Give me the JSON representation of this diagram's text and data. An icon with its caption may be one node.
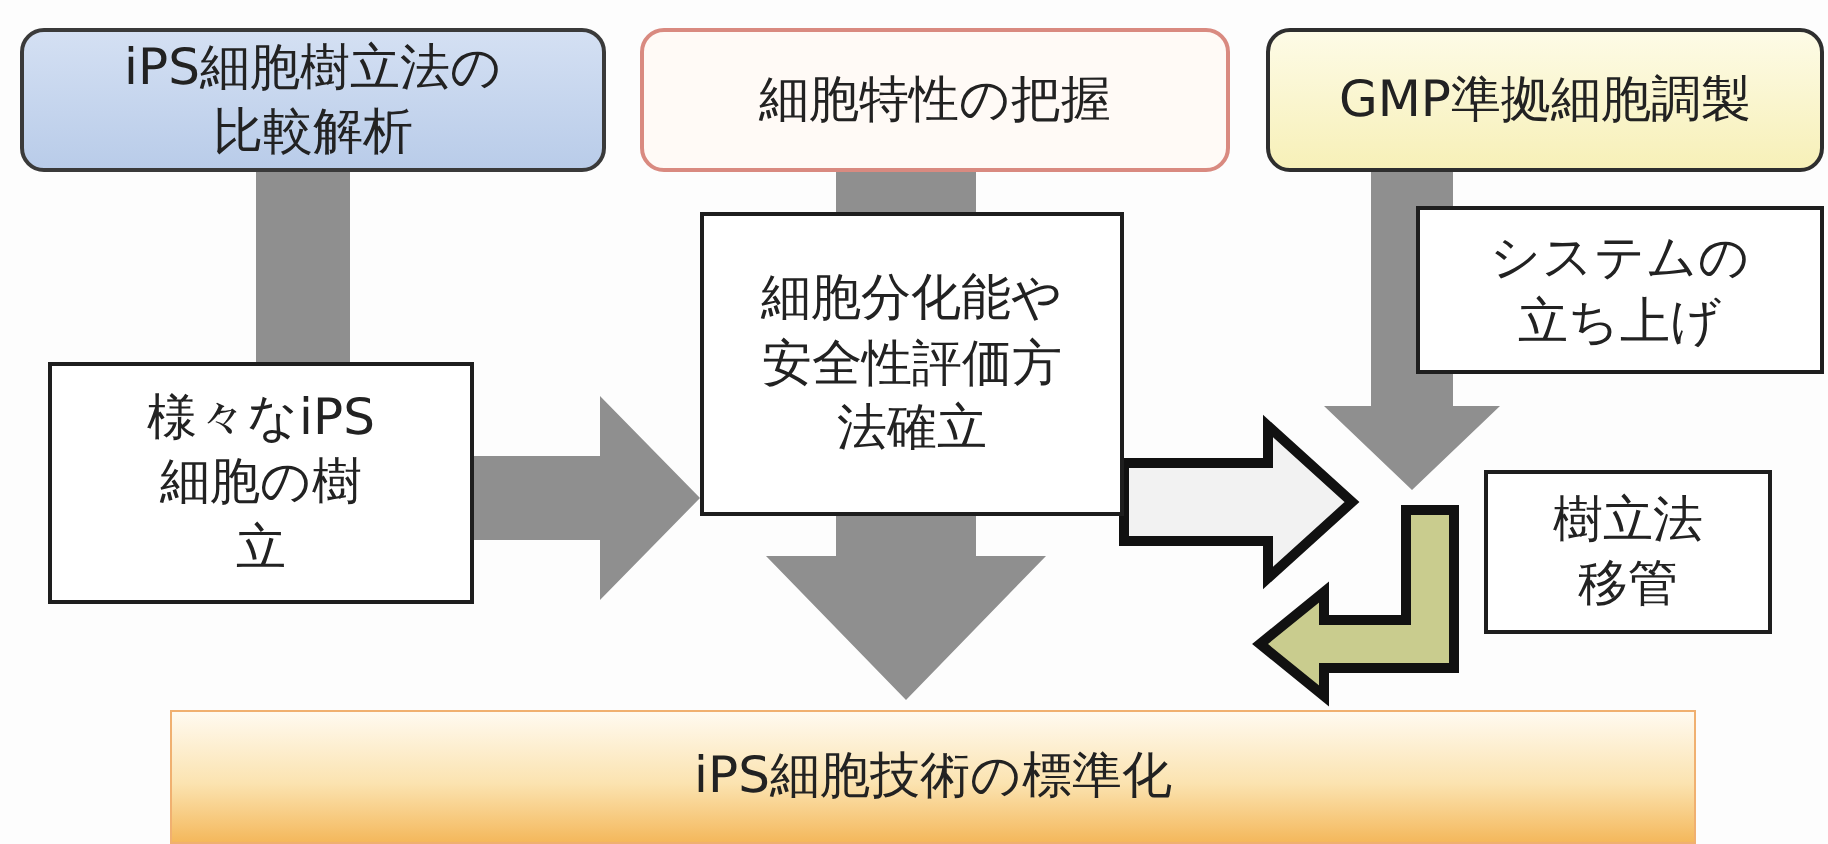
{
  "diagram": {
    "nodes": [
      {
        "text": [
          "iPS細胞樹立法の比較解析"
        ]
      },
      {
        "text": [
          "細胞特性の把握"
        ]
      },
      {
        "text": [
          "GMP準拠細胞調製"
        ]
      },
      {
        "text": [
          "様々なiPS細胞の樹立"
        ]
      },
      {
        "text": [
          "細胞分化能や安全性評価方法確立"
        ]
      },
      {
        "text": [
          "システムの立ち上げ"
        ]
      },
      {
        "text": [
          "樹立法移管"
        ]
      },
      {
        "text": [
          "iPS細胞技術の標準化"
        ]
      }
    ],
    "edges": [
      {
        "from": 0,
        "to": 3,
        "arrow": "none"
      },
      {
        "from": 1,
        "to": 4,
        "arrow": "none"
      },
      {
        "from": 3,
        "to": 4,
        "arrow": "to"
      },
      {
        "from": 4,
        "to": 7,
        "arrow": "to"
      },
      {
        "from": 4,
        "to": null,
        "arrow": "to",
        "color": "#f2f2f2"
      },
      {
        "from": 2,
        "to": null,
        "arrow": "to"
      },
      {
        "from": null,
        "to": 7,
        "arrow": "to",
        "color": "#c9cc8e"
      }
    ]
  }
}
